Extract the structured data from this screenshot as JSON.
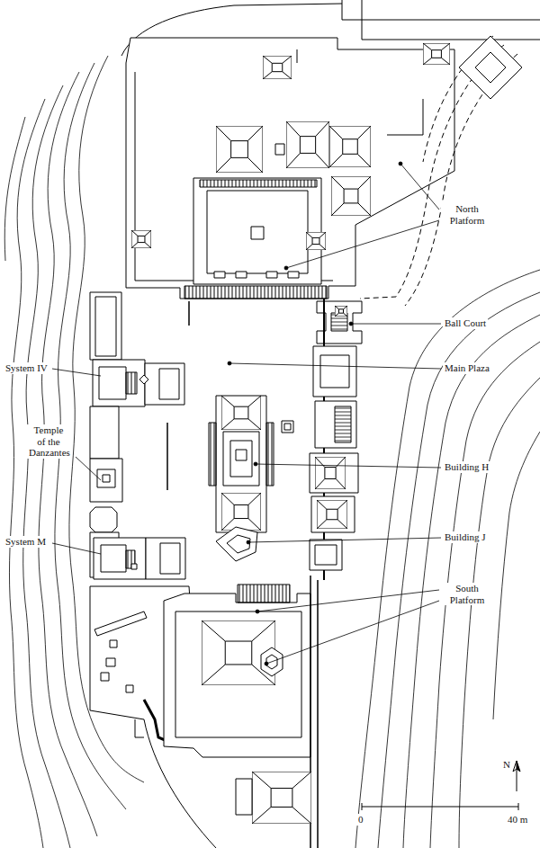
{
  "diagram": {
    "labels": [
      "North Platform",
      "Ball Court",
      "System IV",
      "Main Plaza",
      "Temple of the Danzantes",
      "Building H",
      "Building J",
      "System M",
      "South Platform",
      "N",
      "0",
      "40 m"
    ]
  }
}
